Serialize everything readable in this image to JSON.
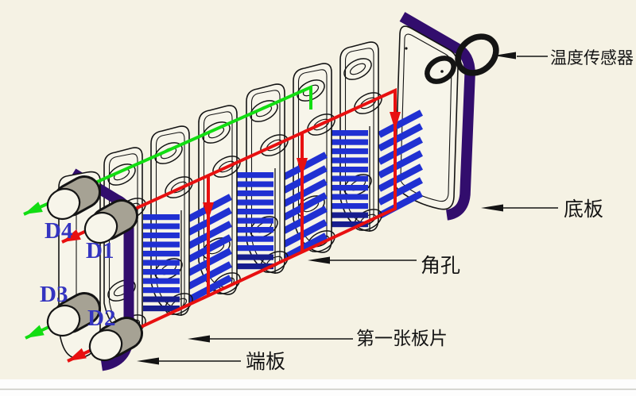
{
  "callouts": {
    "temperature_sensor": "温度传感器",
    "bottom_plate": "底板",
    "corner_hole": "角孔",
    "first_plate": "第一张板片",
    "end_plate": "端板"
  },
  "ports": {
    "d1": "D1",
    "d2": "D2",
    "d3": "D3",
    "d4": "D4"
  },
  "colors": {
    "bg": "#f5f2e4",
    "face": "#f7f5ea",
    "purple": "#320d6d",
    "blue": "#2030d2",
    "navy": "#171d8e",
    "red": "#e81010",
    "green": "#12dd12",
    "gray": "#a6a294",
    "black": "#141414",
    "label-blue": "#3434c0",
    "strip": "#fdfdfd"
  }
}
